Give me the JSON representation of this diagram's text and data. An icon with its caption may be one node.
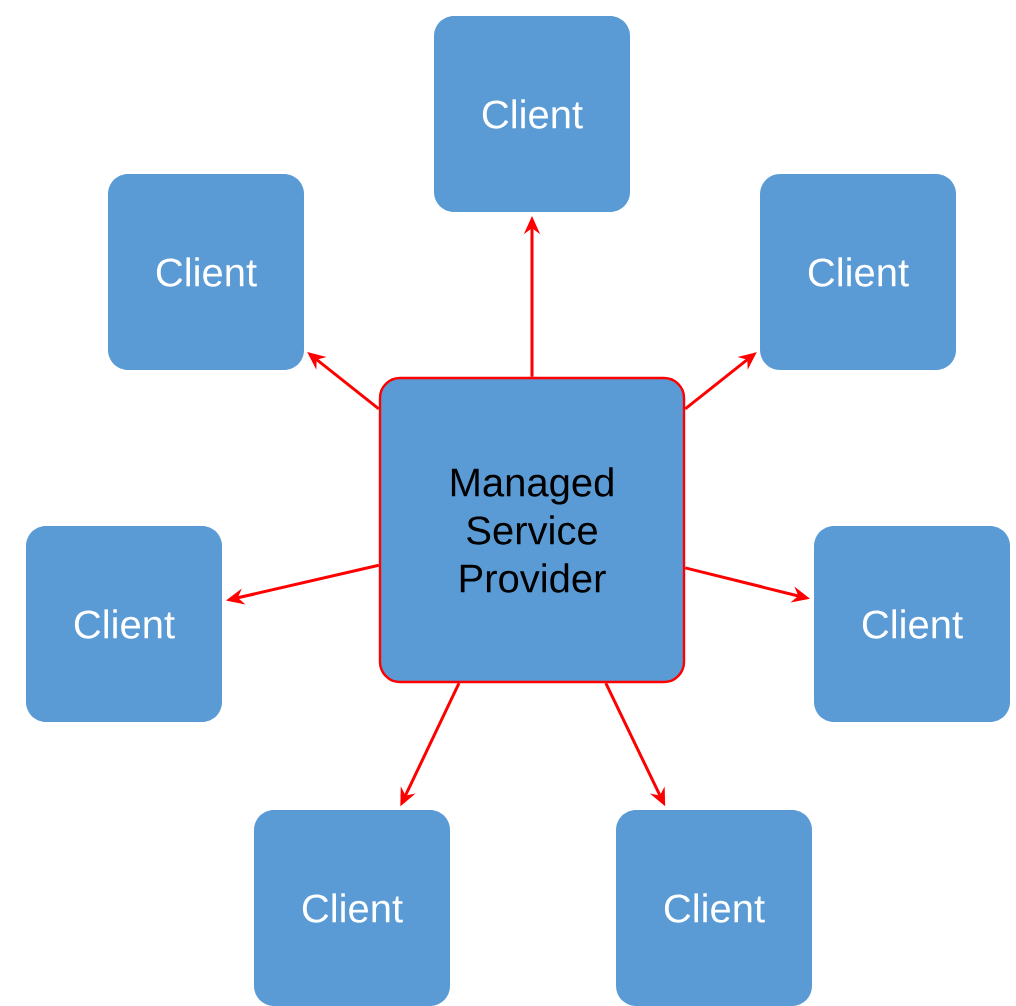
{
  "diagram": {
    "nodes": [
      {
        "text": [
          "Managed Service Provider"
        ]
      },
      {
        "text": [
          "Client"
        ]
      },
      {
        "text": [
          "Client"
        ]
      },
      {
        "text": [
          "Client"
        ]
      },
      {
        "text": [
          "Client"
        ]
      },
      {
        "text": [
          "Client"
        ]
      },
      {
        "text": [
          "Client"
        ]
      },
      {
        "text": [
          "Client"
        ]
      }
    ],
    "edges": [
      {
        "from": 0,
        "to": 1,
        "arrow": "to"
      },
      {
        "from": 0,
        "to": 2,
        "arrow": "to"
      },
      {
        "from": 0,
        "to": 3,
        "arrow": "to"
      },
      {
        "from": 0,
        "to": 4,
        "arrow": "to"
      },
      {
        "from": 0,
        "to": 5,
        "arrow": "to"
      },
      {
        "from": 0,
        "to": 6,
        "arrow": "to"
      },
      {
        "from": 0,
        "to": 7,
        "arrow": "to"
      }
    ]
  }
}
